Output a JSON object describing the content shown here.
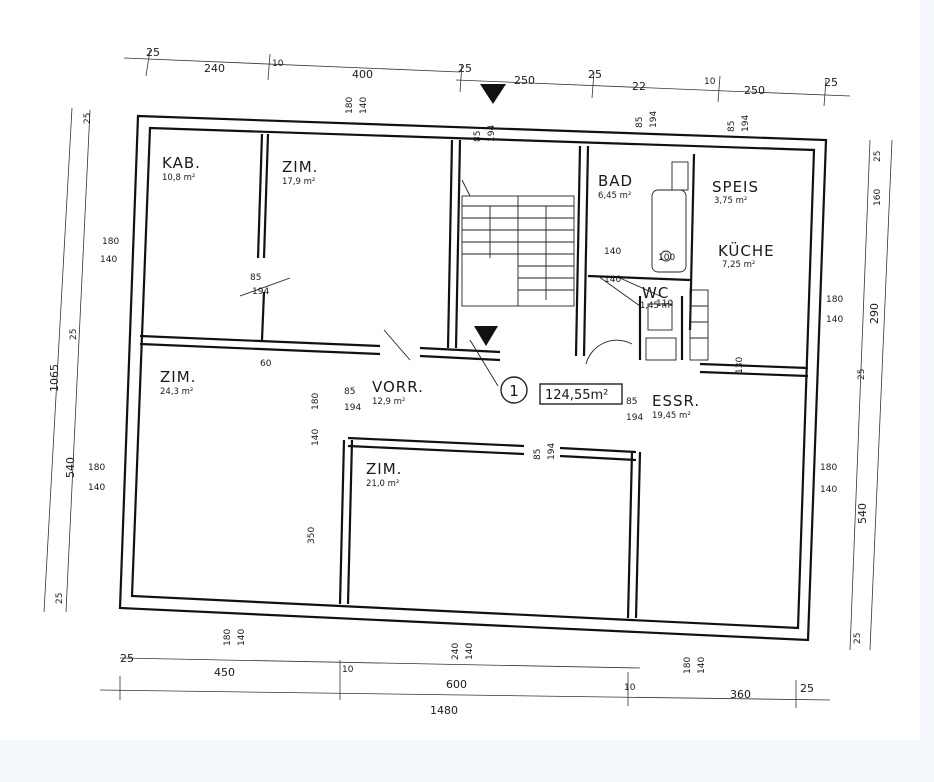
{
  "rooms": {
    "kab": {
      "label": "KAB.",
      "area": "10,8 m²"
    },
    "zim1": {
      "label": "ZIM.",
      "area": "17,9 m²"
    },
    "bad": {
      "label": "BAD",
      "area": "6,45 m²"
    },
    "speis": {
      "label": "SPEIS",
      "area": "3,75 m²"
    },
    "kueche": {
      "label": "KÜCHE",
      "area": "7,25 m²"
    },
    "wc": {
      "label": "WC",
      "area": "1,45 m²"
    },
    "zim2": {
      "label": "ZIM.",
      "area": "24,3 m²"
    },
    "vorr": {
      "label": "VORR.",
      "area": "12,9 m²"
    },
    "essr": {
      "label": "ESSR.",
      "area": "19,45 m²"
    },
    "zim3": {
      "label": "ZIM.",
      "area": "21,0 m²"
    }
  },
  "total_area": "124,55m²",
  "unit_number": "1",
  "dims": {
    "top": [
      "25",
      "240",
      "10",
      "400",
      "25",
      "250",
      "25",
      "22",
      "10",
      "250",
      "25"
    ],
    "top_inner": [
      "180",
      "140",
      "85",
      "194",
      "85",
      "194",
      "85",
      "194"
    ],
    "bottom": [
      "25",
      "450",
      "10",
      "600",
      "10",
      "360",
      "25"
    ],
    "bottom_inner": [
      "180",
      "140",
      "240",
      "140",
      "180",
      "140"
    ],
    "total": "1480",
    "left": [
      "25",
      "1065",
      "180",
      "140",
      "25",
      "540",
      "180",
      "140",
      "25"
    ],
    "right": [
      "25",
      "160",
      "180",
      "140",
      "290",
      "25",
      "180",
      "140",
      "540",
      "25"
    ],
    "interior": [
      "85",
      "194",
      "85",
      "194",
      "180",
      "140",
      "85",
      "194",
      "350",
      "60",
      "140",
      "100",
      "140",
      "110",
      "85",
      "194",
      "130"
    ]
  }
}
